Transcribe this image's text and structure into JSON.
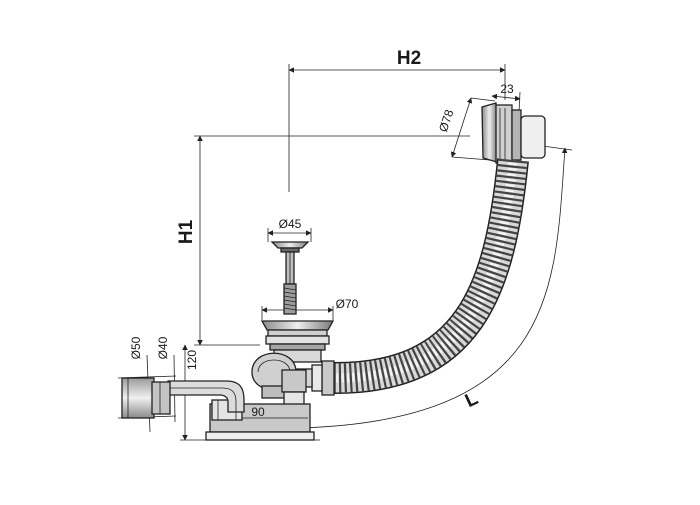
{
  "labels": {
    "h2": "H2",
    "h1": "H1",
    "l": "L",
    "d78": "Ø78",
    "w23": "23",
    "d45": "Ø45",
    "d70": "Ø70",
    "d50": "Ø50",
    "d40": "Ø40",
    "h120": "120",
    "w90": "90"
  },
  "colors": {
    "line": "#222222",
    "fill_light": "#dcdcdc",
    "fill_mid": "#a8a8a8",
    "fill_dark": "#555555"
  }
}
